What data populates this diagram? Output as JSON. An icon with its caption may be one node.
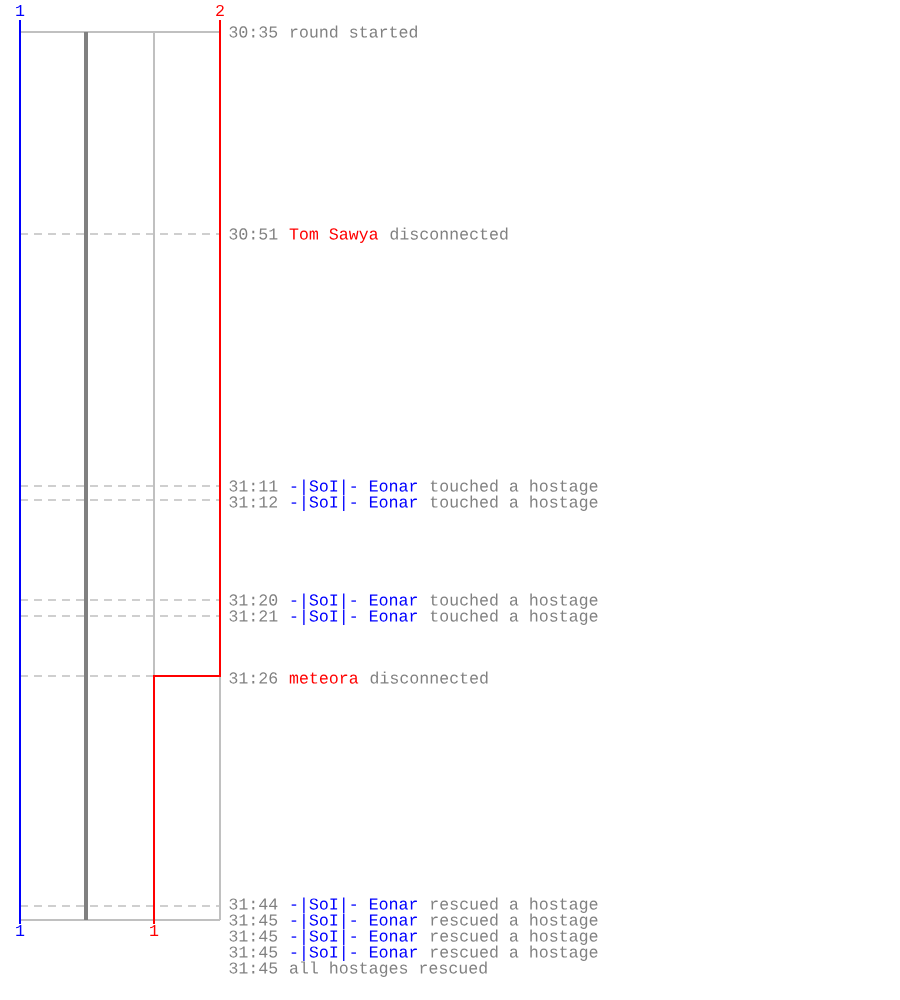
{
  "diagram": {
    "labels": [
      "1",
      "2",
      "30:35",
      "round started",
      "30:51",
      "Tom Sawya",
      "disconnected",
      "31:11",
      "-|SoI|- Eonar",
      "touched a hostage",
      "31:12",
      "-|SoI|- Eonar",
      "touched a hostage",
      "31:20",
      "-|SoI|- Eonar",
      "touched a hostage",
      "31:21",
      "-|SoI|- Eonar",
      "touched a hostage",
      "31:26",
      "meteora",
      "disconnected",
      "31:44",
      "-|SoI|- Eonar",
      "rescued a hostage",
      "31:45",
      "-|SoI|- Eonar",
      "rescued a hostage",
      "31:45",
      "-|SoI|- Eonar",
      "rescued a hostage",
      "31:45",
      "-|SoI|- Eonar",
      "rescued a hostage",
      "31:45",
      "all hostages rescued",
      "1",
      "1"
    ]
  }
}
